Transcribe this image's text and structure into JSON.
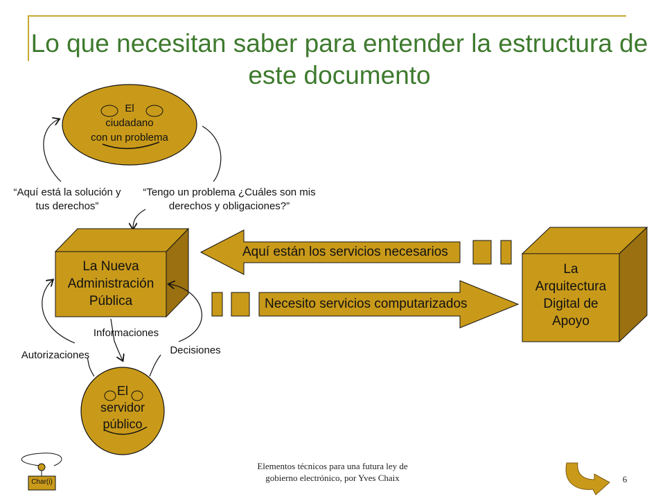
{
  "title": "Lo que necesitan saber para entender la estructura de este documento",
  "citizen": {
    "line1": "El",
    "line2": "ciudadano",
    "line3": "con un problema"
  },
  "quote_solution": "“Aquí está la solución y tus derechos”",
  "quote_problem": "“Tengo un problema ¿Cuáles son mis derechos y obligaciones?”",
  "new_admin": {
    "line1": "La Nueva",
    "line2": "Administración",
    "line3": "Pública"
  },
  "digital_arch": {
    "line1": "La",
    "line2": "Arquitectura",
    "line3": "Digital de",
    "line4": "Apoyo"
  },
  "arrow_services_back": "Aquí están los servicios necesarios",
  "arrow_services_request": "Necesito servicios computarizados",
  "label_informaciones": "Informaciones",
  "label_autorizaciones": "Autorizaciones",
  "label_decisiones": "Decisiones",
  "servant": {
    "line1": "El",
    "line2": "servidor",
    "line3": "público"
  },
  "footer": {
    "line1": "Elementos técnicos para una futura ley de",
    "line2": "gobierno electrónico, por Yves Chaix"
  },
  "page_number": "6",
  "char_label": "Char(i)",
  "colors": {
    "gold": "#c99a1a",
    "gold_dark": "#9a7010",
    "title_green": "#3e7a2e"
  }
}
